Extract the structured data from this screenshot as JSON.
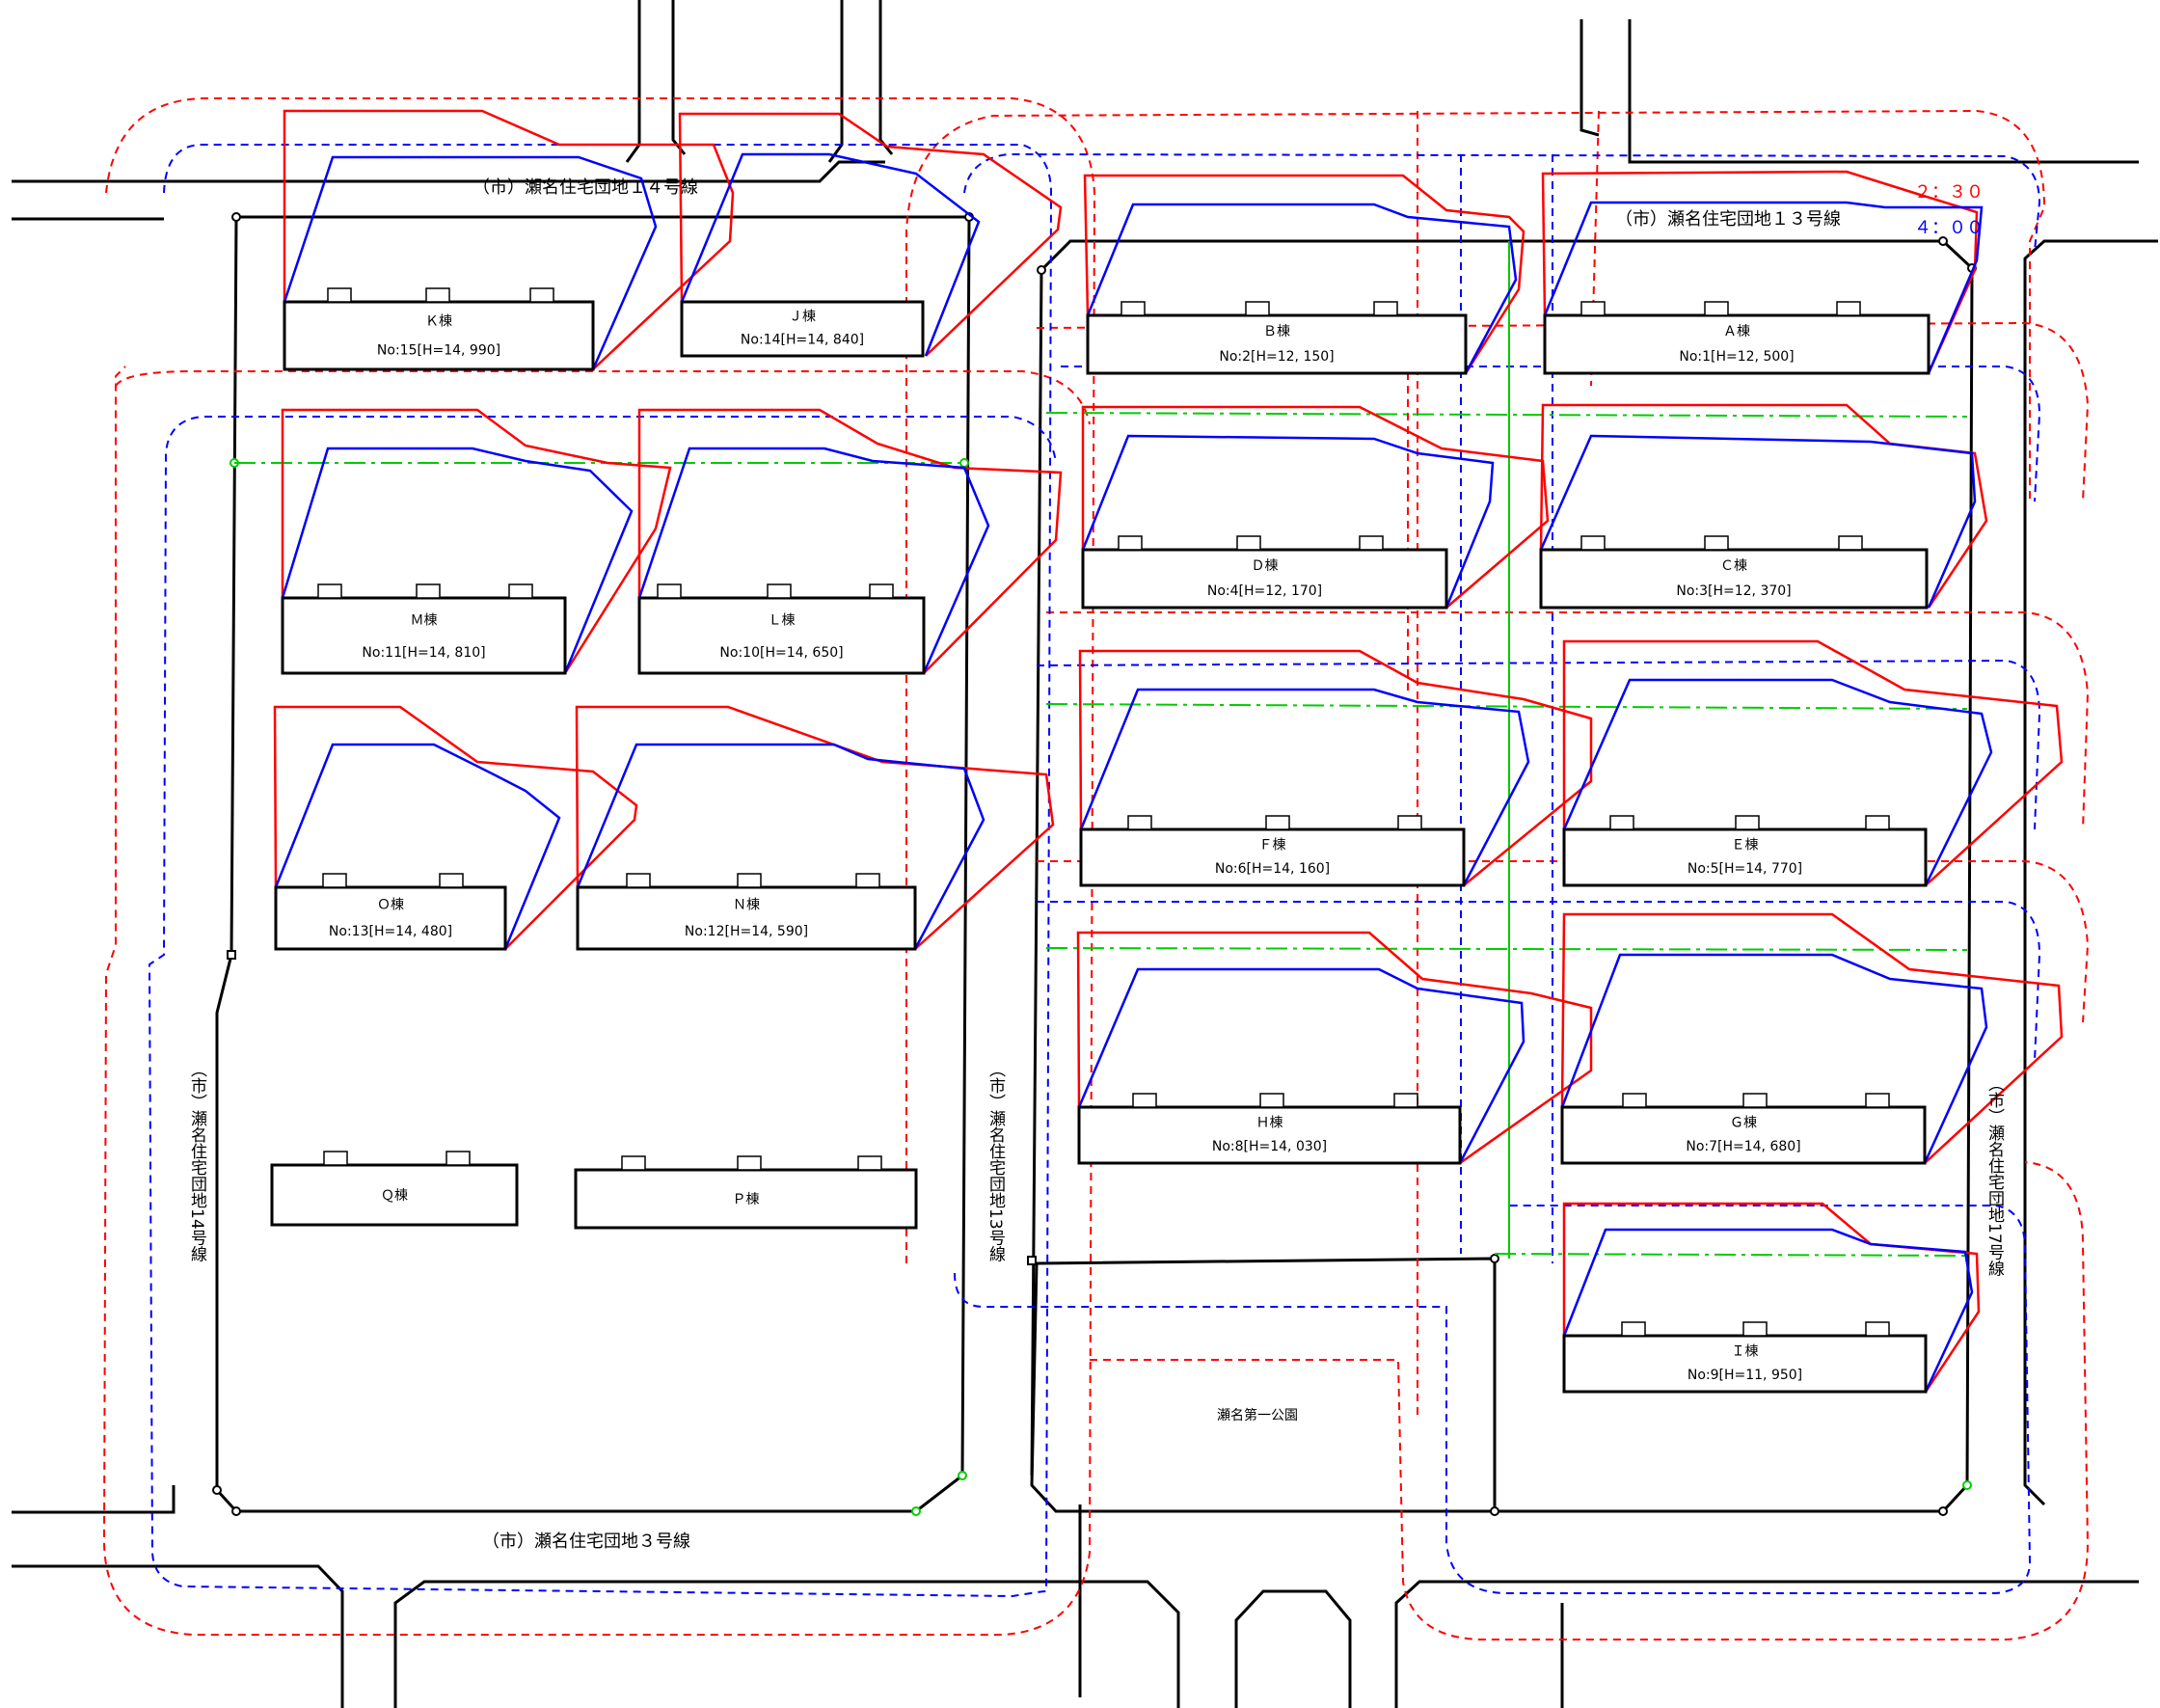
{
  "road_labels": {
    "north_west": "（市）瀬名住宅団地１４号線",
    "north_east": "（市）瀬名住宅団地１３号線",
    "south": "（市）瀬名住宅団地３号線",
    "west_vertical": "（市）瀬名住宅団地14号線",
    "middle_vertical": "（市）瀬名住宅団地13号線",
    "east_vertical": "（市）瀬名住宅団地17号線"
  },
  "park_label": "瀬名第一公園",
  "legend": {
    "red_line": "２：３０",
    "blue_line": "４：００",
    "red_color": "#ff0000",
    "blue_color": "#0000ff",
    "green_color": "#00cc00"
  },
  "buildings": [
    {
      "id": "K",
      "name": "Ｋ棟",
      "height_label": "No:15[H=14, 990]"
    },
    {
      "id": "J",
      "name": "Ｊ棟",
      "height_label": "No:14[H=14, 840]"
    },
    {
      "id": "B",
      "name": "Ｂ棟",
      "height_label": "No:2[H=12, 150]"
    },
    {
      "id": "A",
      "name": "Ａ棟",
      "height_label": "No:1[H=12, 500]"
    },
    {
      "id": "M",
      "name": "Ｍ棟",
      "height_label": "No:11[H=14, 810]"
    },
    {
      "id": "L",
      "name": "Ｌ棟",
      "height_label": "No:10[H=14, 650]"
    },
    {
      "id": "D",
      "name": "Ｄ棟",
      "height_label": "No:4[H=12, 170]"
    },
    {
      "id": "C",
      "name": "Ｃ棟",
      "height_label": "No:3[H=12, 370]"
    },
    {
      "id": "O",
      "name": "Ｏ棟",
      "height_label": "No:13[H=14, 480]"
    },
    {
      "id": "N",
      "name": "Ｎ棟",
      "height_label": "No:12[H=14, 590]"
    },
    {
      "id": "F",
      "name": "Ｆ棟",
      "height_label": "No:6[H=14, 160]"
    },
    {
      "id": "E",
      "name": "Ｅ棟",
      "height_label": "No:5[H=14, 770]"
    },
    {
      "id": "H",
      "name": "Ｈ棟",
      "height_label": "No:8[H=14, 030]"
    },
    {
      "id": "G",
      "name": "Ｇ棟",
      "height_label": "No:7[H=14, 680]"
    },
    {
      "id": "Q",
      "name": "Ｑ棟",
      "height_label": ""
    },
    {
      "id": "P",
      "name": "Ｐ棟",
      "height_label": ""
    },
    {
      "id": "I",
      "name": "Ｉ棟",
      "height_label": "No:9[H=11, 950]"
    }
  ]
}
